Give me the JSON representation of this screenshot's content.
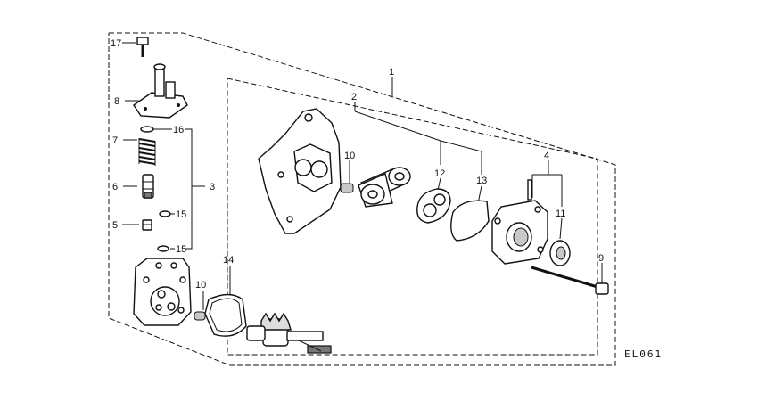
{
  "diagram": {
    "callouts": {
      "c1": "1",
      "c2": "2",
      "c3": "3",
      "c4": "4",
      "c5": "5",
      "c6": "6",
      "c7": "7",
      "c8": "8",
      "c9": "9",
      "c10a": "10",
      "c10b": "10",
      "c11": "11",
      "c12": "12",
      "c13": "13",
      "c14": "14",
      "c15a": "15",
      "c15b": "15",
      "c16": "16",
      "c17": "17"
    },
    "diagram_code": "EL061"
  }
}
